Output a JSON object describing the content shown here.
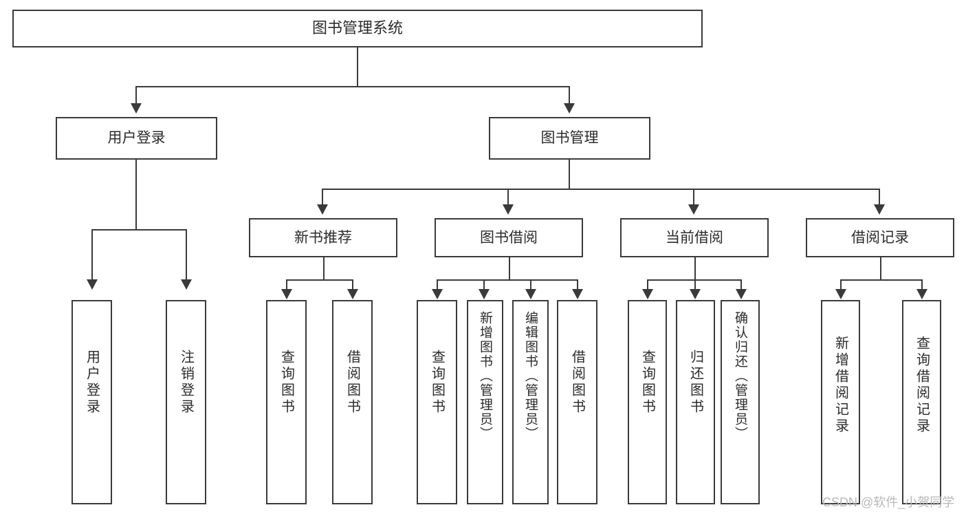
{
  "diagram": {
    "title": "图书管理系统",
    "root": {
      "label": "图书管理系统"
    },
    "level1": [
      {
        "label": "用户登录"
      },
      {
        "label": "图书管理"
      }
    ],
    "level2": [
      {
        "label": "新书推荐"
      },
      {
        "label": "图书借阅"
      },
      {
        "label": "当前借阅"
      },
      {
        "label": "借阅记录"
      }
    ],
    "leaves": {
      "user_login": [
        {
          "label": "用户登录"
        },
        {
          "label": "注销登录"
        }
      ],
      "new_book_recommend": [
        {
          "label": "查询图书"
        },
        {
          "label": "借阅图书"
        }
      ],
      "book_borrow": [
        {
          "label": "查询图书"
        },
        {
          "label": "新增图书（管理员）"
        },
        {
          "label": "编辑图书（管理员）"
        },
        {
          "label": "借阅图书"
        }
      ],
      "current_borrow": [
        {
          "label": "查询图书"
        },
        {
          "label": "归还图书"
        },
        {
          "label": "确认归还（管理员）"
        }
      ],
      "borrow_record": [
        {
          "label": "新增借阅记录"
        },
        {
          "label": "查询借阅记录"
        }
      ]
    }
  },
  "watermark": {
    "text": "CSDN @软件_小贺同学"
  },
  "colors": {
    "stroke": "#3a3a3a",
    "background": "#ffffff",
    "text": "#2b2b2b",
    "watermark": "#b8b8b8"
  }
}
